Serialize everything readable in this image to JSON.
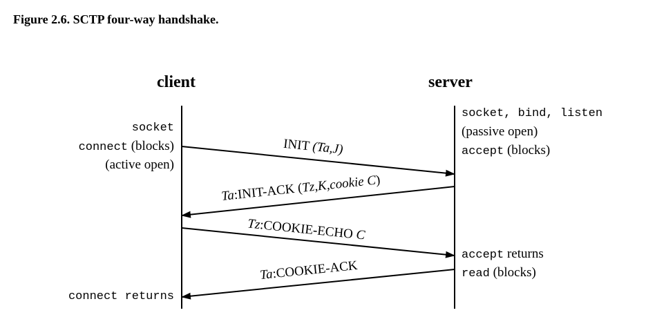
{
  "figure_title": "Figure 2.6. SCTP four-way handshake.",
  "client_label": "client",
  "server_label": "server",
  "client_side": {
    "line1_mono": "socket",
    "line2_mono": "connect",
    "line2_text": " (blocks)",
    "line3_text": "(active open)",
    "bottom_mono": "connect returns"
  },
  "server_side": {
    "line1_mono": "socket, bind, listen",
    "line2_text": "(passive open)",
    "line3_mono": "accept",
    "line3_text": " (blocks)",
    "line4_mono": "accept",
    "line4_text": " returns",
    "line5_mono": "read",
    "line5_text": " (blocks)"
  },
  "messages": {
    "m1_text": "INIT ",
    "m1_params": "(Ta,J)",
    "m2_prefix": "Ta",
    "m2_text": ":INIT-ACK (",
    "m2_params": "Tz,K,cookie C",
    "m2_suffix": ")",
    "m3_prefix": "Tz",
    "m3_text": ":COOKIE-ECHO ",
    "m3_param": "C",
    "m4_prefix": "Ta",
    "m4_text": ":COOKIE-ACK"
  }
}
